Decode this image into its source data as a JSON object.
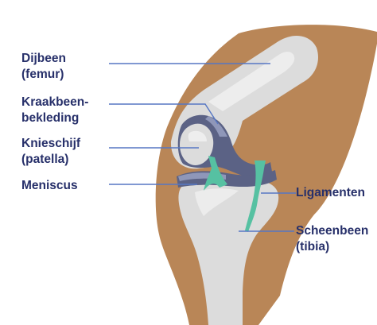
{
  "diagram": {
    "colors": {
      "skin": "#b98657",
      "bone": "#dcdcdc",
      "bone_light": "#eeeeee",
      "cartilage": "#5b6285",
      "cartilage_light": "#8f97b9",
      "ligament": "#56c1a2",
      "text": "#27306a",
      "leader": "#5677c4"
    },
    "labels": {
      "femur": "Dijbeen\n(femur)",
      "cartilage": "Kraakbeen-\nbekleding",
      "patella": "Knieschijf\n(patella)",
      "meniscus": "Meniscus",
      "ligaments": "Ligamenten",
      "tibia": "Scheenbeen\n(tibia)"
    }
  }
}
